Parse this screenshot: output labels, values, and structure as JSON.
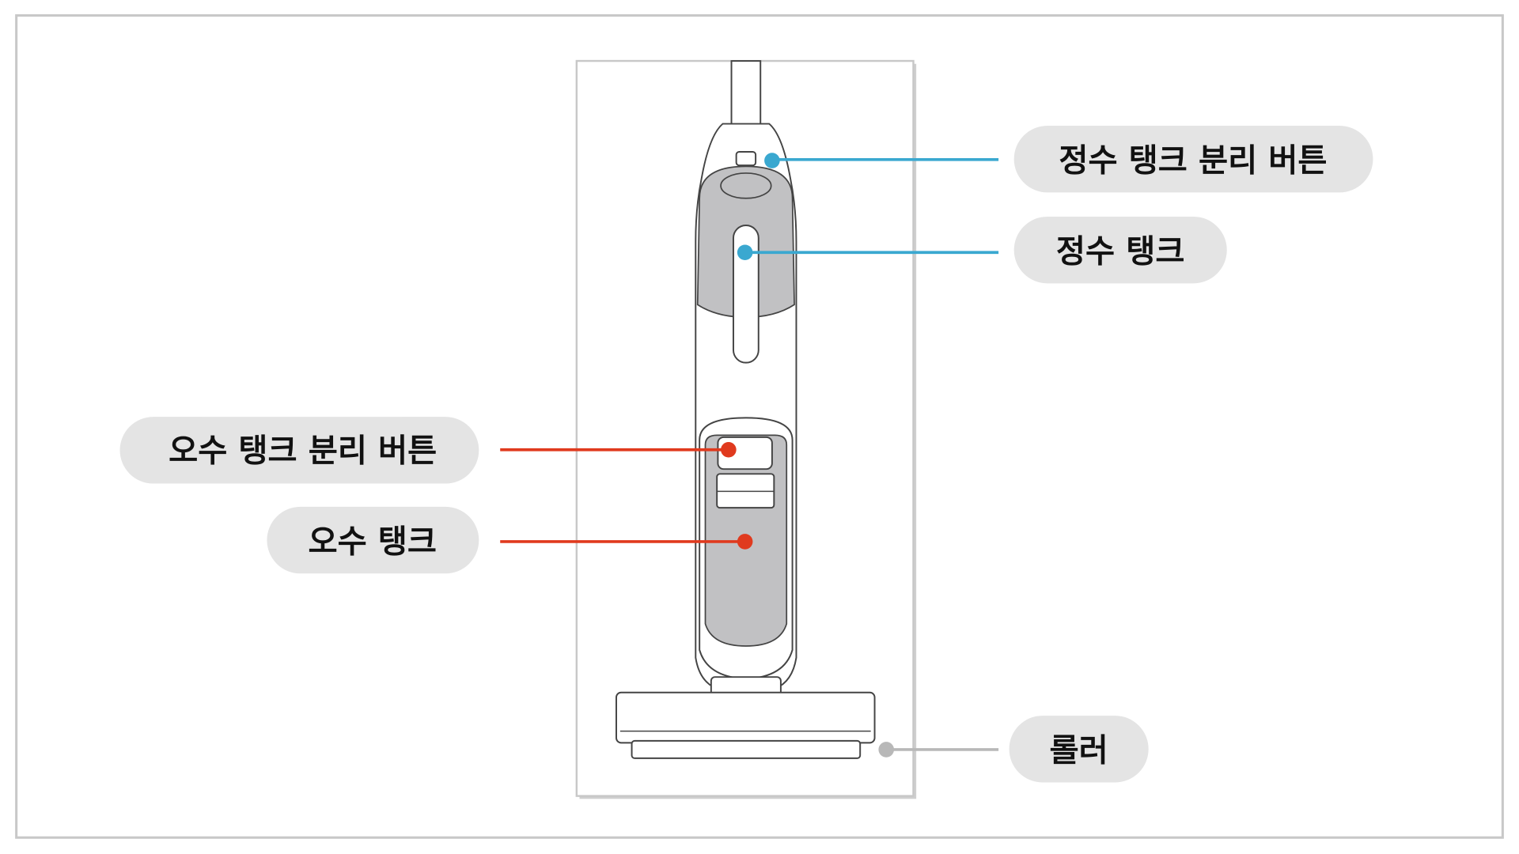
{
  "title": "물걸레 청소기 각부 명칭",
  "labels": {
    "clean_tank_button": "정수 탱크 분리 버튼",
    "clean_tank": "정수 탱크",
    "dirty_tank_button": "오수 탱크 분리 버튼",
    "dirty_tank": "오수 탱크",
    "roller": "롤러"
  },
  "colors": {
    "clean_leader": "#3aa8d0",
    "dirty_leader": "#e03a1e",
    "roller_leader": "#b8b8b8",
    "pill": "#e4e4e4"
  }
}
